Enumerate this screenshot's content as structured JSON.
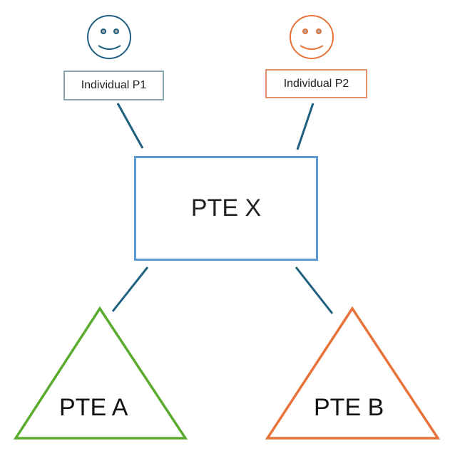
{
  "individuals": [
    {
      "label": "Individual P1",
      "color": "#1f5f7f",
      "icon": "smiley-face-icon"
    },
    {
      "label": "Individual P2",
      "color": "#e8733a",
      "icon": "smiley-face-icon"
    }
  ],
  "center": {
    "label": "PTE X",
    "color": "#5b9bd5"
  },
  "subsidiaries": [
    {
      "label": "PTE A",
      "color": "#5aab2e"
    },
    {
      "label": "PTE B",
      "color": "#e8733a"
    }
  ],
  "connector_color": "#1f5f7f"
}
